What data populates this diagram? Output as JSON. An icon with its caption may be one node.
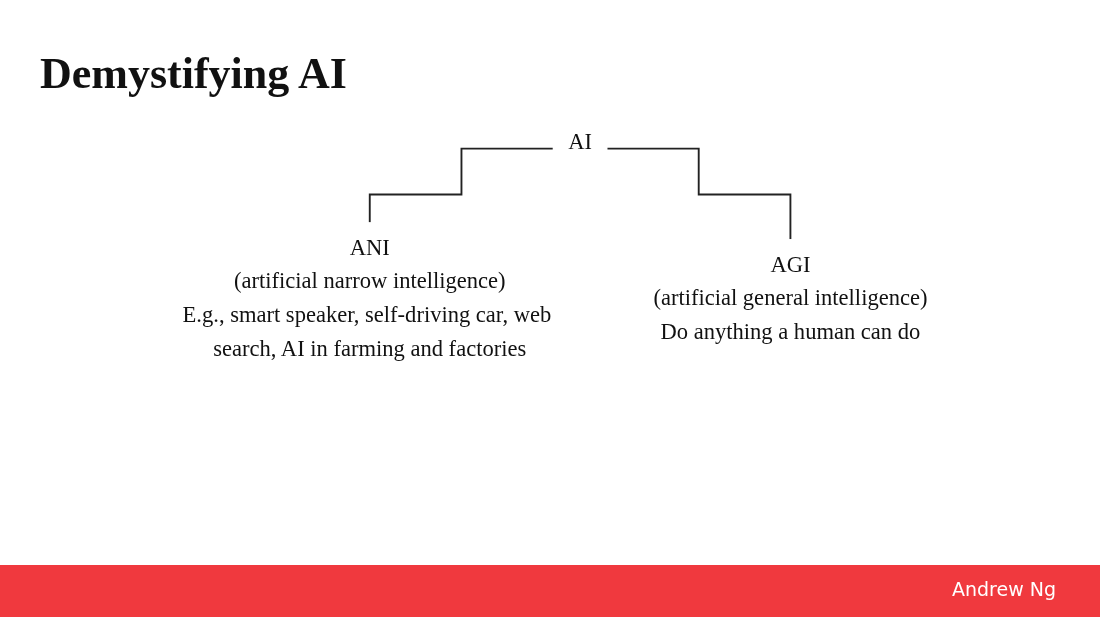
{
  "diagram": {
    "title": "Demystifying AI",
    "nodes": [
      {
        "text": [
          "AI"
        ]
      },
      {
        "text": [
          "ANI",
          "(artificial narrow intelligence)",
          "E.g., smart speaker, self-driving car, web search, AI in farming and factories"
        ]
      },
      {
        "text": [
          "AGI",
          "(artificial general intelligence)",
          "Do anything a human can do"
        ]
      }
    ],
    "edges": [
      {
        "from": 0,
        "to": 1,
        "arrow": "none"
      },
      {
        "from": 0,
        "to": 2,
        "arrow": "none"
      }
    ],
    "labels": [
      "Andrew Ng"
    ]
  }
}
